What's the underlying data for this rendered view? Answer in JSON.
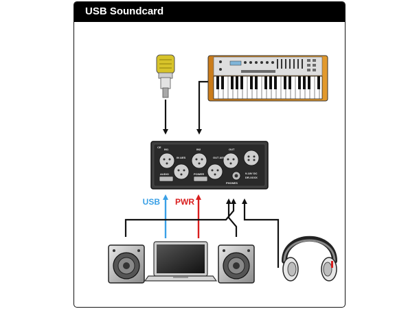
{
  "title": "USB Soundcard",
  "colors": {
    "usb": "#3aa0e6",
    "pwr": "#d91e1e",
    "line": "#111111",
    "frame_bg": "#ffffff",
    "title_bg": "#000000"
  },
  "icons": [
    "microphone-icon",
    "midi-keyboard-icon",
    "soundcard-interface-icon",
    "speaker-left-icon",
    "laptop-icon",
    "speaker-right-icon",
    "headphones-icon"
  ],
  "connections": {
    "usb_label": "USB",
    "pwr_label": "PWR"
  },
  "interface": {
    "in1": "IN1",
    "in2": "IN2",
    "in_aes": "IN AES",
    "out": "OUT",
    "out_aes": "OUT AES",
    "audio": "AUDIO",
    "power": "POWER",
    "phones": "PHONES",
    "dc_in": "9-18V DC",
    "dc_model": "DR-XXXX"
  }
}
